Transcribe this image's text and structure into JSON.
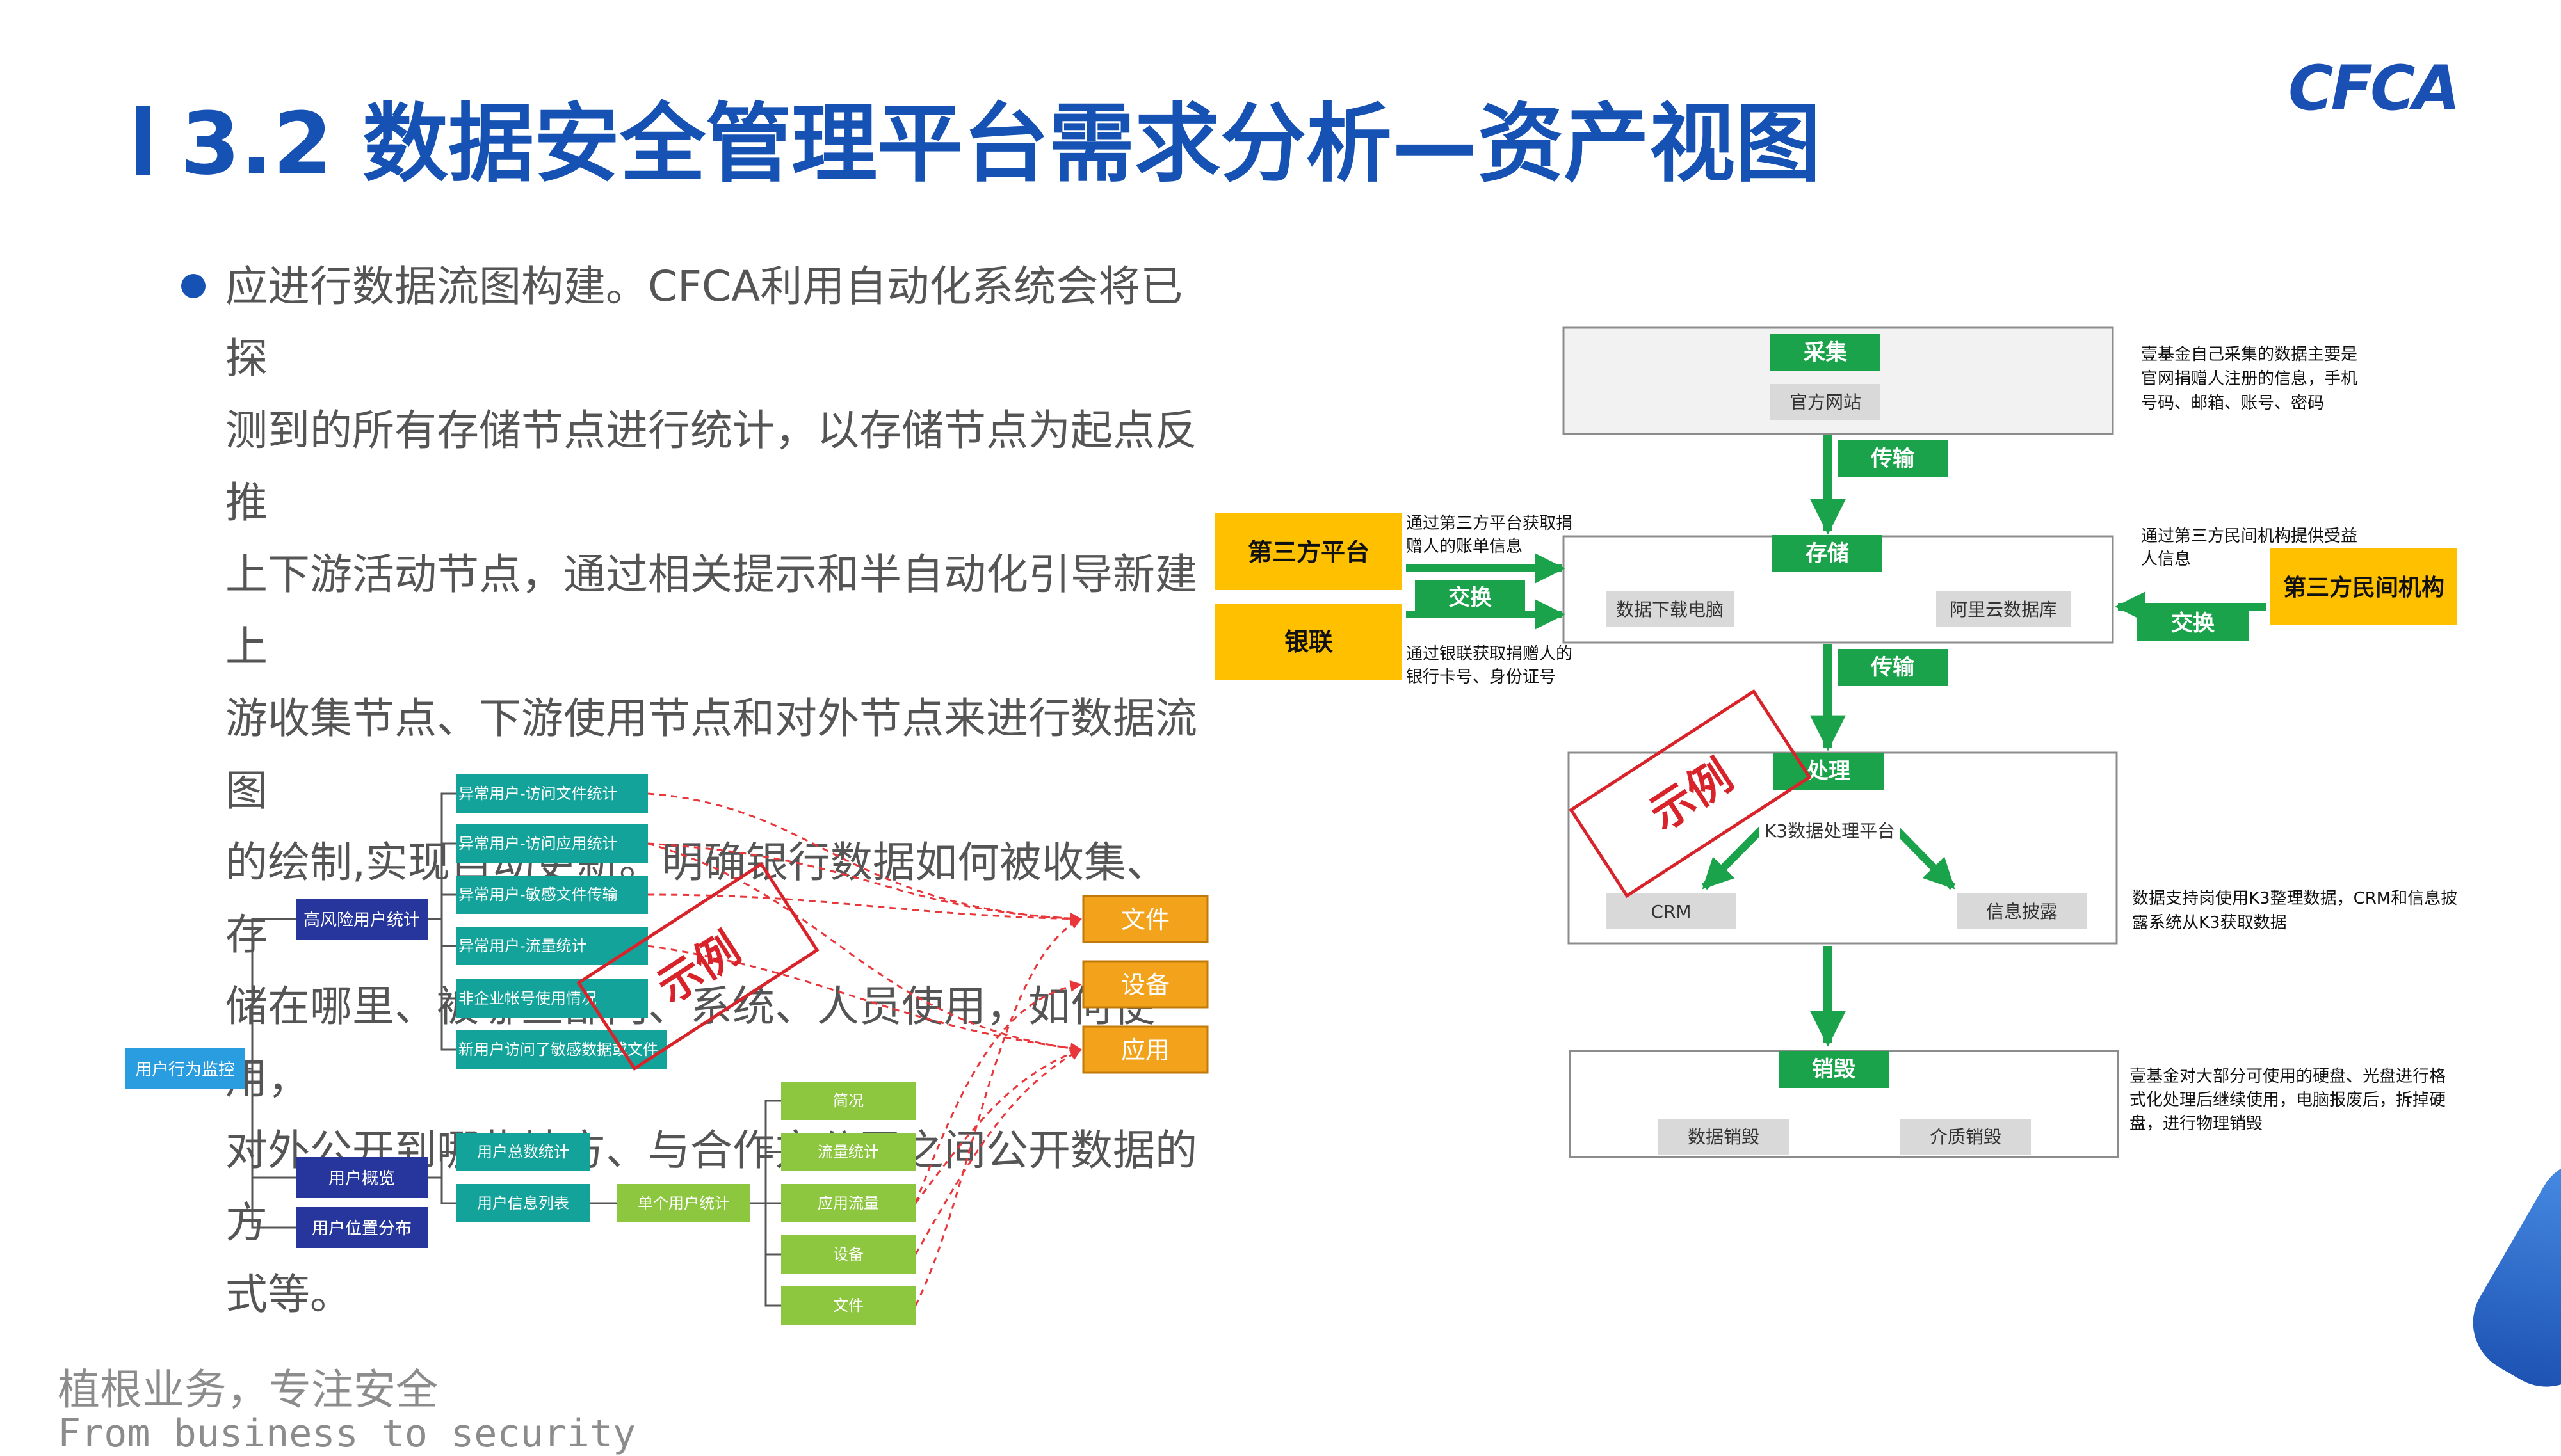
{
  "header": {
    "title": "3.2 数据安全管理平台需求分析—资产视图",
    "logo": "CFCA"
  },
  "body": {
    "lines": [
      "应进行数据流图构建。CFCA利用自动化系统会将已探",
      "测到的所有存储节点进行统计，以存储节点为起点反推",
      "上下游活动节点，通过相关提示和半自动化引导新建上",
      "游收集节点、下游使用节点和对外节点来进行数据流图",
      "的绘制,实现自动更新。明确银行数据如何被收集、存",
      "储在哪里、被哪些部门、系统、人员使用，如何使用，",
      "对外公开到哪些地方、与合作方公司之间公开数据的方",
      "式等。"
    ]
  },
  "footer": {
    "slogan_cn": "植根业务，专注安全",
    "slogan_en": "From business to security"
  },
  "colors": {
    "title_blue": "#1651b4",
    "stage_green": "#1aa34a",
    "partner_gold": "#ffc000",
    "stamp_red": "#d9232a",
    "leaf_lime": "#8dc63f",
    "node_navy": "#27369c",
    "node_teal": "#13a39a",
    "node_orange": "#f3a21b"
  },
  "flow": {
    "stages": {
      "collect": "采集",
      "storage": "存储",
      "process": "处理",
      "destroy": "销毁",
      "transfer1": "传输",
      "transfer2": "传输",
      "exchange_left": "交换",
      "exchange_right": "交换"
    },
    "nodes": {
      "website": "官方网站",
      "download_pc": "数据下载电脑",
      "aliyun_db": "阿里云数据库",
      "k3": "K3数据处理平台",
      "crm": "CRM",
      "disclosure": "信息披露",
      "data_destroy": "数据销毁",
      "media_destroy": "介质销毁"
    },
    "partners": {
      "third_party_platform": "第三方平台",
      "unionpay": "银联",
      "third_party_org": "第三方民间机构"
    },
    "notes": {
      "collect_1": "壹基金自己采集的数据主要是",
      "collect_2": "官网捐赠人注册的信息，手机",
      "collect_3": "号码、邮箱、账号、密码",
      "platform_1": "通过第三方平台获取捐",
      "platform_2": "赠人的账单信息",
      "unionpay_1": "通过银联获取捐赠人的",
      "unionpay_2": "银行卡号、身份证号",
      "org_1": "通过第三方民间机构提供受益",
      "org_2": "人信息",
      "process_1": "数据支持岗使用K3整理数据，CRM和信息披",
      "process_2": "露系统从K3获取数据",
      "destroy_1": "壹基金对大部分可使用的硬盘、光盘进行格",
      "destroy_2": "式化处理后继续使用，电脑报废后，拆掉硬",
      "destroy_3": "盘，进行物理销毁"
    },
    "stamp": "示例"
  },
  "mindmap": {
    "root": "用户行为监控",
    "risk_group": "高风险用户统计",
    "risk_items": [
      "异常用户-访问文件统计",
      "异常用户-访问应用统计",
      "异常用户-敏感文件传输",
      "异常用户-流量统计",
      "非企业帐号使用情况",
      "新用户访问了敏感数据或文件"
    ],
    "overview": "用户概览",
    "location": "用户位置分布",
    "total": "用户总数统计",
    "info_list": "用户信息列表",
    "single": "单个用户统计",
    "leaves": [
      "简况",
      "流量统计",
      "应用流量",
      "设备",
      "文件"
    ],
    "targets": [
      "文件",
      "设备",
      "应用"
    ],
    "stamp": "示例"
  }
}
